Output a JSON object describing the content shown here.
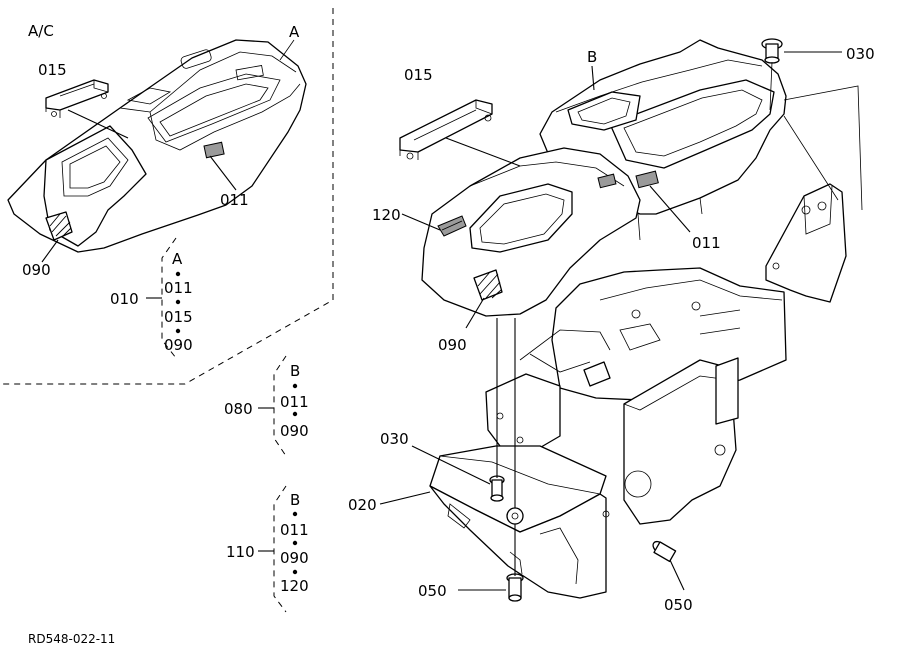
{
  "variant_label": "A/C",
  "callouts": {
    "015_left": "015",
    "a_left": "A",
    "011_left": "011",
    "090_left": "090",
    "015_right": "015",
    "b_right": "B",
    "030_top": "030",
    "120_right": "120",
    "011_right": "011",
    "090_right": "090",
    "030_mid": "030",
    "020": "020",
    "050_left": "050",
    "050_right": "050"
  },
  "groups": [
    {
      "id": "010",
      "letter": "A",
      "items": [
        "011",
        "015",
        "090"
      ]
    },
    {
      "id": "080",
      "letter": "B",
      "items": [
        "011",
        "090"
      ]
    },
    {
      "id": "110",
      "letter": "B",
      "items": [
        "011",
        "090",
        "120"
      ]
    }
  ],
  "drawing_number": "RD548-022-11"
}
